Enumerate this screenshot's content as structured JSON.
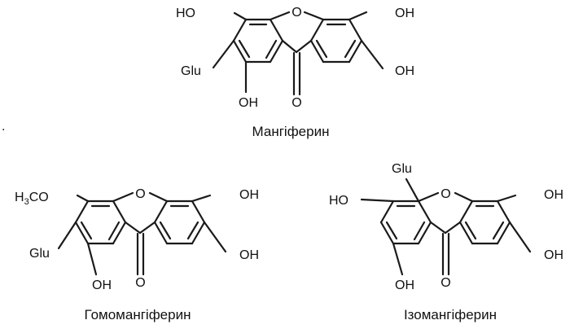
{
  "molecules": [
    {
      "name": "Мангіферин",
      "labels": {
        "o_ring": "O",
        "o_carbonyl": "O",
        "ho_top_left": "HO",
        "oh_top_right": "OH",
        "glu": "Glu",
        "oh_right": "OH",
        "oh_bottom": "OH"
      }
    },
    {
      "name": "Гомомангіферин",
      "labels": {
        "o_ring": "O",
        "o_carbonyl": "O",
        "h3co_h": "H",
        "h3co_3": "3",
        "h3co_co": "CO",
        "oh_top_right": "OH",
        "glu": "Glu",
        "oh_right": "OH",
        "oh_bottom": "OH"
      }
    },
    {
      "name": "Ізомангіферин",
      "labels": {
        "o_ring": "O",
        "o_carbonyl": "O",
        "glu_top": "Glu",
        "ho_left": "HO",
        "oh_top_right": "OH",
        "oh_right": "OH",
        "oh_bottom": "OH"
      }
    }
  ],
  "side_mark": "."
}
